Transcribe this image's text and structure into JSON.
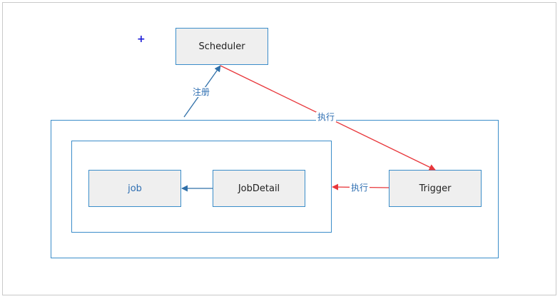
{
  "nodes": {
    "scheduler": "Scheduler",
    "job": "job",
    "jobdetail": "JobDetail",
    "trigger": "Trigger"
  },
  "edge_labels": {
    "register": "注册",
    "execute_scheduler": "执行",
    "execute_trigger": "执行"
  },
  "colors": {
    "border_blue": "#3b8dc9",
    "arrow_blue": "#2f6fa8",
    "arrow_red": "#e8373b",
    "node_fill": "#efefef"
  },
  "icons": {
    "cursor": "crosshair-cursor-icon"
  }
}
